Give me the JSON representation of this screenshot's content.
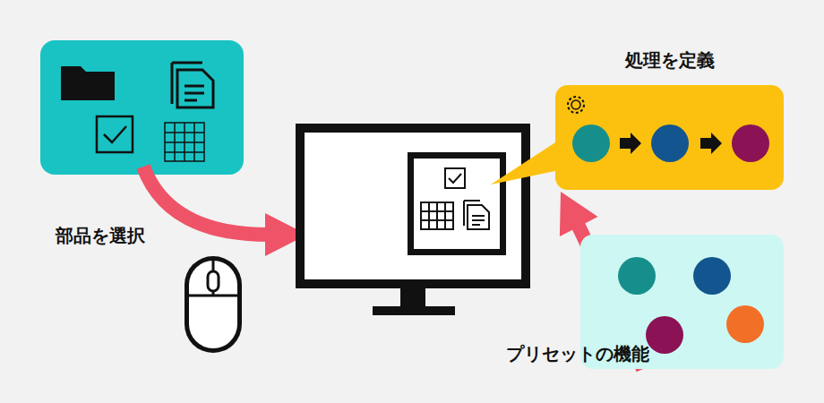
{
  "diagram": {
    "nodes": [
      {
        "text": [
          "処理を定義"
        ]
      },
      {
        "text": [
          "プリセットの機能"
        ]
      }
    ],
    "edges": [
      {
        "from": 1,
        "to": 0,
        "arrow": "to"
      }
    ],
    "labels": [
      "部品を選択"
    ]
  }
}
